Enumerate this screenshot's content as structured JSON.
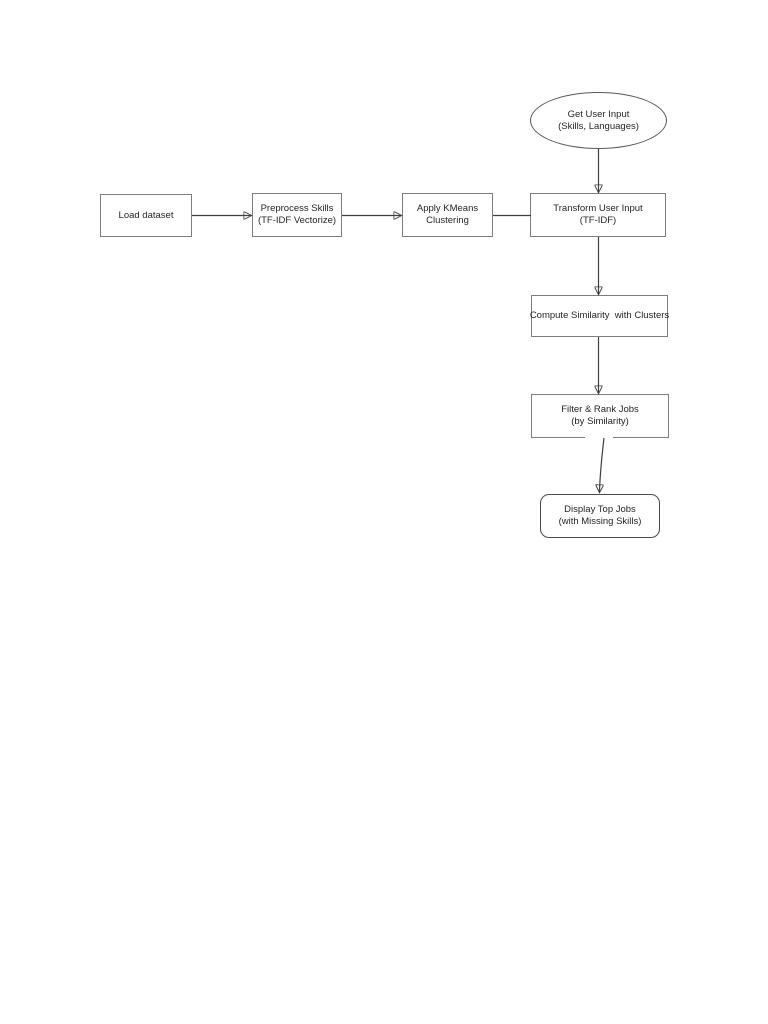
{
  "diagram": {
    "nodes": {
      "get_user_input": {
        "shape": "ellipse",
        "line1": "Get User Input",
        "line2": "(Skills, Languages)"
      },
      "load_dataset": {
        "shape": "rectangle",
        "line1": "Load dataset"
      },
      "preprocess_skills": {
        "shape": "rectangle",
        "line1": "Preprocess Skills",
        "line2": "(TF-IDF Vectorize)"
      },
      "apply_kmeans": {
        "shape": "rectangle",
        "line1": "Apply KMeans",
        "line2": "Clustering"
      },
      "transform_user_input": {
        "shape": "rectangle",
        "line1": "Transform User Input",
        "line2": "(TF-IDF)"
      },
      "compute_similarity": {
        "shape": "rectangle",
        "line1": "Compute Similarity  with Clusters"
      },
      "filter_rank_jobs": {
        "shape": "rectangle",
        "line1": "Filter & Rank Jobs",
        "line2": "(by Similarity)"
      },
      "display_top_jobs": {
        "shape": "rounded-rectangle",
        "line1": "Display Top Jobs",
        "line2": "(with Missing Skills)"
      }
    },
    "edges": [
      {
        "from": "get_user_input",
        "to": "transform_user_input",
        "arrowhead": true
      },
      {
        "from": "load_dataset",
        "to": "preprocess_skills",
        "arrowhead": true
      },
      {
        "from": "preprocess_skills",
        "to": "apply_kmeans",
        "arrowhead": true
      },
      {
        "from": "apply_kmeans",
        "to": "transform_user_input",
        "arrowhead": false
      },
      {
        "from": "transform_user_input",
        "to": "compute_similarity",
        "arrowhead": true
      },
      {
        "from": "compute_similarity",
        "to": "filter_rank_jobs",
        "arrowhead": true
      },
      {
        "from": "filter_rank_jobs",
        "to": "display_top_jobs",
        "arrowhead": true
      }
    ],
    "colors": {
      "node_border": "#7d7d7d",
      "ellipse_border": "#5a5a5a",
      "terminator_border": "#4a4a4a",
      "edge_stroke": "#3f3f3f",
      "arrowhead_fill": "#1e1e1e",
      "text": "#252525",
      "background": "#ffffff"
    }
  }
}
